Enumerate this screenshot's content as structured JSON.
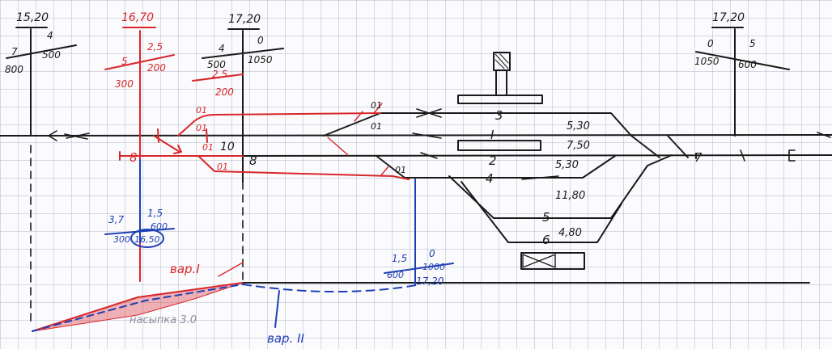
{
  "colors": {
    "ink": "#1a1a1a",
    "red": "#d8262b",
    "blue": "#1f3fb5",
    "grey": "#8a8f9a"
  },
  "signals": {
    "s1": {
      "elev": "15,20",
      "grade": "4",
      "len": "500",
      "grade_left": "7",
      "len_left": "800"
    },
    "s2": {
      "elev": "16,70",
      "grade": "2,5",
      "len": "200",
      "grade_left": "5",
      "len_left": "300"
    },
    "s3": {
      "elev": "17,20",
      "grade": "0",
      "len": "1050",
      "grade_left": "4",
      "len_left": "500",
      "extra_grade": "2,5",
      "extra_len": "200"
    },
    "s4": {
      "elev": "17,20",
      "grade": "5",
      "len": "600",
      "grade_left": "0",
      "len_left": "1050"
    }
  },
  "track_labels": {
    "t3": "3",
    "tI": "I",
    "t2": "2",
    "t4": "4",
    "t5": "5",
    "t6": "6",
    "t7": "7",
    "t8": "8",
    "t10": "10",
    "t8b": "8"
  },
  "track_lengths": {
    "l1": "5,30",
    "l2": "7,50",
    "l3": "5,30",
    "l4": "11,80",
    "l5": "4,80"
  },
  "switch_labels": [
    "01",
    "01",
    "01",
    "01",
    "01",
    "01",
    "01"
  ],
  "blue_profile_1": {
    "grade": "3,7",
    "len": "300",
    "grade2": "1,5",
    "len2": "600",
    "elev": "16,50"
  },
  "blue_profile_2": {
    "grade": "1,5",
    "len": "600",
    "grade2": "0",
    "len2": "1000",
    "elev": "17,20"
  },
  "variants": {
    "v1": "вар.I",
    "v2": "вар. II"
  },
  "ground_label": "насыпка 3.0"
}
